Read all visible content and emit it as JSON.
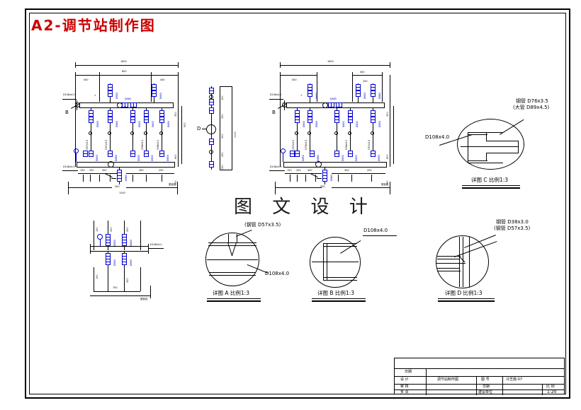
{
  "document": {
    "title": "A2-调节站制作图",
    "title_color": "#cc0000",
    "watermark": "图 文 设 计",
    "line_color": "#000000",
    "annotation_color": "#0000cc"
  },
  "details": {
    "a": {
      "caption": "详图 A 比例1:3",
      "callout_top": "(钢管 D57x3.5)",
      "callout_bottom": "D108x4.0"
    },
    "b": {
      "caption": "详图 B 比例1:3",
      "callout_top": "D108x4.0"
    },
    "c": {
      "caption": "详图 C 比例1:3",
      "callout_top": "钢管 D76x3.5",
      "callout_top2": "(大管 D89x4.5)",
      "callout_left": "D108x4.0"
    },
    "d": {
      "caption": "详图 D 比例1:3",
      "callout_top": "钢管 D38x3.0",
      "callout_top2": "(钢管 D57x3.5)"
    }
  },
  "views": {
    "left_plan": {
      "inlet_label": "D108x4.0",
      "outlet_label": "D108x4.0",
      "section_mark": "B",
      "dim_overall": "1600",
      "dim_mid": "800",
      "dim_left": "400",
      "dim_right": "400",
      "dim_bottom": "1200",
      "bottom_note": "基准线",
      "valve_tags": [
        "DN50",
        "DN80",
        "DN50",
        "DN80",
        "DN32",
        "DN50",
        "DN32",
        "DN50",
        "DN80",
        "DN80"
      ],
      "pipe_tags": [
        "D57x3.5",
        "D57x3.5",
        "D38x3.0",
        "D38x3.0",
        "D57x3.5"
      ],
      "dim_chain": [
        "150",
        "250",
        "300",
        "400",
        "300",
        "250"
      ]
    },
    "section_view": {
      "mark": "D",
      "dims": [
        "150",
        "250",
        "300",
        "250",
        "150"
      ],
      "dim_total": "1100"
    },
    "right_plan": {
      "inlet_label": "D108x4.0",
      "outlet_label": "D108x4.0",
      "section_mark": "B",
      "dim_overall": "1600",
      "dim_left": "400",
      "dim_right": "400",
      "dim_small": "200",
      "bottom_note": "基准线",
      "center_tag": "DN65"
    },
    "bottom_left_view": {
      "dim_a": "700",
      "dim_b": "150",
      "dim_c": "150",
      "dim_d": "300",
      "note": "基准线",
      "pipe_label": "D108x4.0"
    }
  },
  "title_block": {
    "rows": [
      {
        "label": "日期",
        "value": ""
      },
      {
        "label": "设 计",
        "value": "调节站制作图",
        "label2": "图 号",
        "value2": "冷芝施-07"
      },
      {
        "label": "审 核",
        "value": "",
        "label2": "日期",
        "label3": "比 例"
      },
      {
        "label": "负 责",
        "value": "",
        "label2": "建设单位",
        "value3": "1:20"
      }
    ],
    "scale": "1:20",
    "drawing_no": "冷芝施-07",
    "project_name": "调节站制作图"
  }
}
